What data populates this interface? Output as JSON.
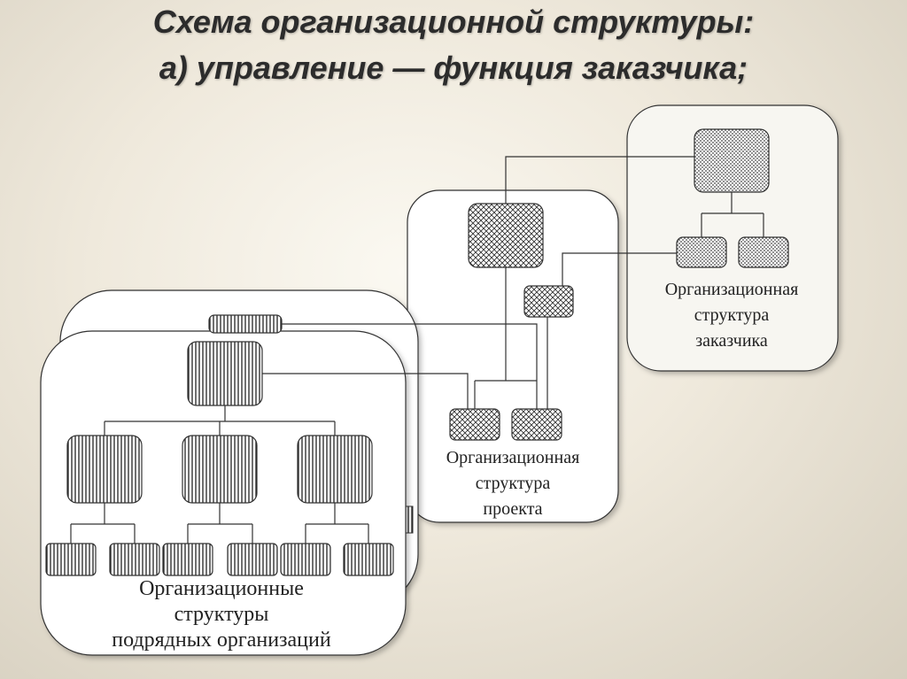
{
  "title": {
    "line1": "Схема организационной структуры:",
    "line2": "а) управление — функция заказчика;"
  },
  "panels": {
    "customer": {
      "caption": [
        "Организационная",
        "структура",
        "заказчика"
      ]
    },
    "project": {
      "caption": [
        "Организационная",
        "структура",
        "проекта"
      ]
    },
    "contractors": {
      "caption": [
        "Организационные",
        "структуры",
        "подрядных организаций"
      ]
    }
  },
  "colors": {
    "line": "#333333",
    "panel_fill": "#ffffff",
    "box_fill": "#f4f4f4"
  }
}
